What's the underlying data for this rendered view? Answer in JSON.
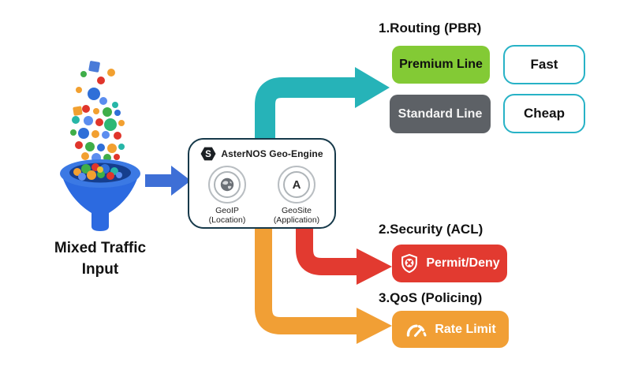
{
  "page": {
    "background": "#ffffff"
  },
  "input": {
    "line1": "Mixed Traffic",
    "line2": "Input",
    "illustration": "funnel-with-colored-balls-icon"
  },
  "engine": {
    "title": "AsterNOS Geo-Engine",
    "logo": {
      "icon": "asternos-hexagon-logo",
      "letter": "S"
    },
    "modules": [
      {
        "icon": "globe-icon",
        "name": "GeoIP",
        "sub": "(Location)"
      },
      {
        "icon": "letter-a-icon",
        "symbol": "A",
        "name": "GeoSite",
        "sub": "(Application)"
      }
    ]
  },
  "sections": {
    "routing": {
      "heading": "1.Routing (PBR)",
      "arrow_color": "#26b3b8",
      "options": [
        {
          "label": "Premium Line",
          "color": "#83ca35",
          "tag": "Fast"
        },
        {
          "label": "Standard Line",
          "color": "#5d6166",
          "tag": "Cheap"
        }
      ],
      "tag_border_color": "#27b2c6"
    },
    "security": {
      "heading": "2.Security (ACL)",
      "action": "Permit/Deny",
      "icon": "shield-x-icon",
      "color": "#e23a30"
    },
    "qos": {
      "heading": "3.QoS (Policing)",
      "action": "Rate Limit",
      "icon": "speedometer-icon",
      "color": "#f19f35"
    }
  },
  "flow": {
    "input_arrow_color": "#3e6fd6",
    "funnel_color": "#2c6ae0"
  }
}
